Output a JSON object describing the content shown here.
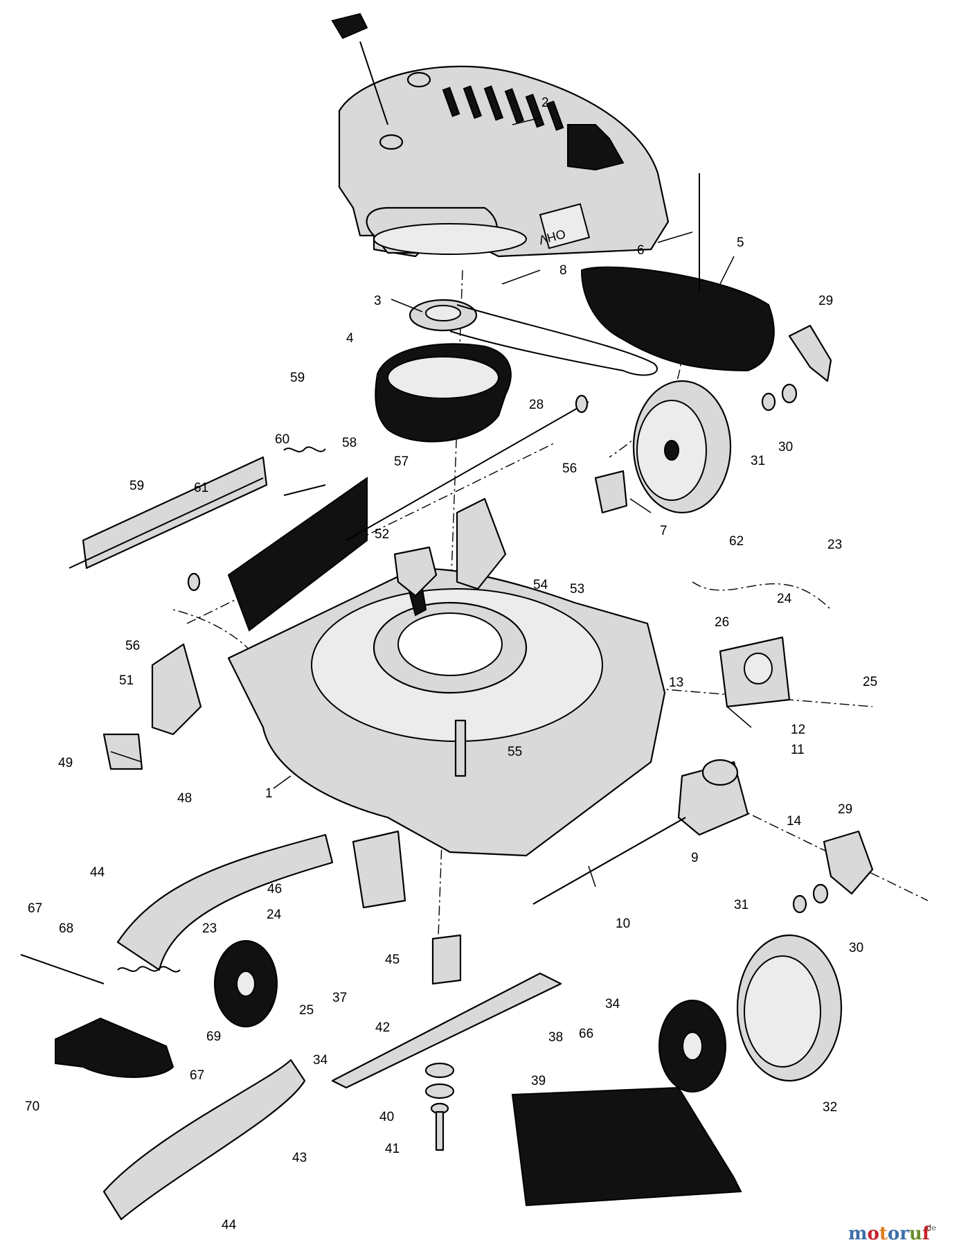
{
  "diagram": {
    "callouts": [
      "1",
      "2",
      "3",
      "4",
      "5",
      "6",
      "7",
      "8",
      "9",
      "10",
      "11",
      "12",
      "13",
      "14",
      "23",
      "23",
      "24",
      "24",
      "25",
      "25",
      "26",
      "28",
      "29",
      "29",
      "30",
      "30",
      "31",
      "31",
      "32",
      "34",
      "34",
      "37",
      "38",
      "39",
      "40",
      "41",
      "42",
      "43",
      "44",
      "44",
      "45",
      "46",
      "48",
      "49",
      "51",
      "52",
      "53",
      "54",
      "55",
      "56",
      "56",
      "57",
      "58",
      "59",
      "59",
      "60",
      "61",
      "62",
      "66",
      "67",
      "67",
      "68",
      "69",
      "70"
    ],
    "engine_label": "OHV"
  },
  "watermark": {
    "brand": "motoruf",
    "suffix": ".de",
    "colors": [
      "#3b6ea8",
      "#c8202a",
      "#e07a1f",
      "#3b6ea8",
      "#3b6ea8",
      "#6a8f2e",
      "#c8202a"
    ]
  }
}
